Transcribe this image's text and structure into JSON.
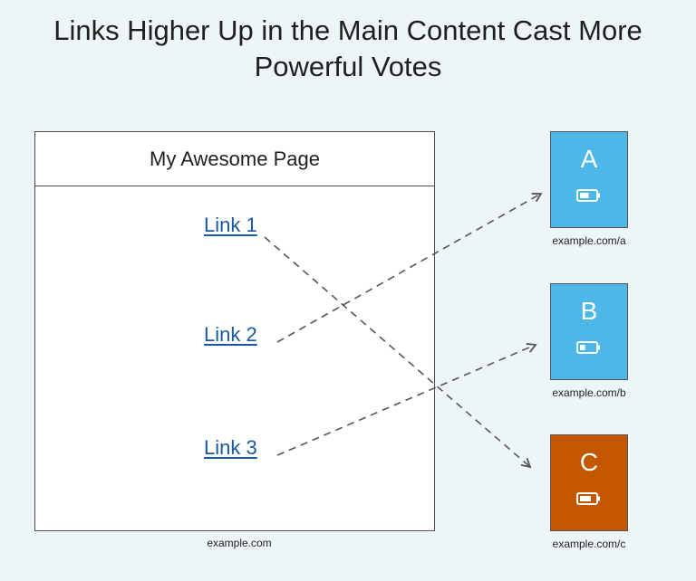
{
  "title": {
    "line1": "Links Higher Up in the Main Content Cast More",
    "line2": "Powerful Votes"
  },
  "source_page": {
    "header": "My Awesome Page",
    "caption": "example.com",
    "links": [
      {
        "label": "Link 1",
        "target": "C"
      },
      {
        "label": "Link 2",
        "target": "A"
      },
      {
        "label": "Link 3",
        "target": "B"
      }
    ]
  },
  "targets": [
    {
      "letter": "A",
      "caption": "example.com/a",
      "color": "#4db8e8",
      "battery_level": 0.6
    },
    {
      "letter": "B",
      "caption": "example.com/b",
      "color": "#4db8e8",
      "battery_level": 0.35
    },
    {
      "letter": "C",
      "caption": "example.com/c",
      "color": "#c25700",
      "battery_level": 0.75
    }
  ],
  "colors": {
    "background": "#eef5f7",
    "link": "#1a57a5",
    "arrow": "#555555",
    "border": "#4a4a4a"
  },
  "icons": {
    "battery": "battery-icon",
    "arrow": "dashed-arrow"
  }
}
